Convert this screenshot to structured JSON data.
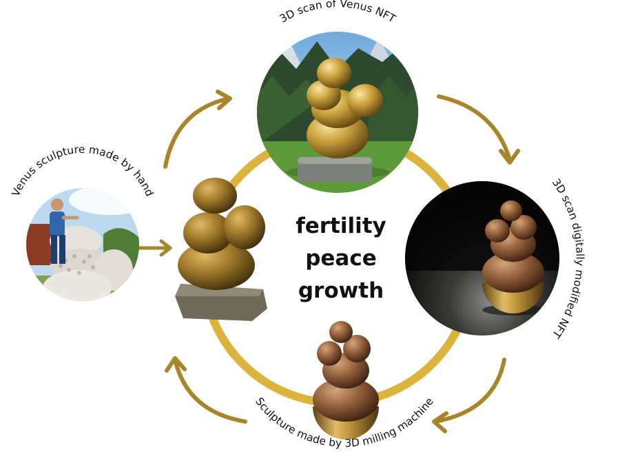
{
  "colors": {
    "ring": "#d9ad2c",
    "arrow": "#a8842a",
    "text": "#111111",
    "gold": "#d8a93a",
    "wood": "#8b5a36",
    "brass": "#c79a3c",
    "stone": "#8a8a80",
    "sky": "#9fc6e4",
    "forest": "#2d4a2e",
    "grass": "#5e9a3a",
    "studio": "#0c0c0c"
  },
  "center": {
    "words": [
      "fertility",
      "peace",
      "growth"
    ]
  },
  "stages": [
    {
      "id": "hand",
      "label": "Venus sculpture made by hand"
    },
    {
      "id": "scan",
      "label": "3D scan of Venus NFT"
    },
    {
      "id": "modified",
      "label": "3D scan digitally modified NFT"
    },
    {
      "id": "milling",
      "label": "Sculpture made by 3D milling machine"
    }
  ],
  "icons": [
    "arrow-icon"
  ]
}
